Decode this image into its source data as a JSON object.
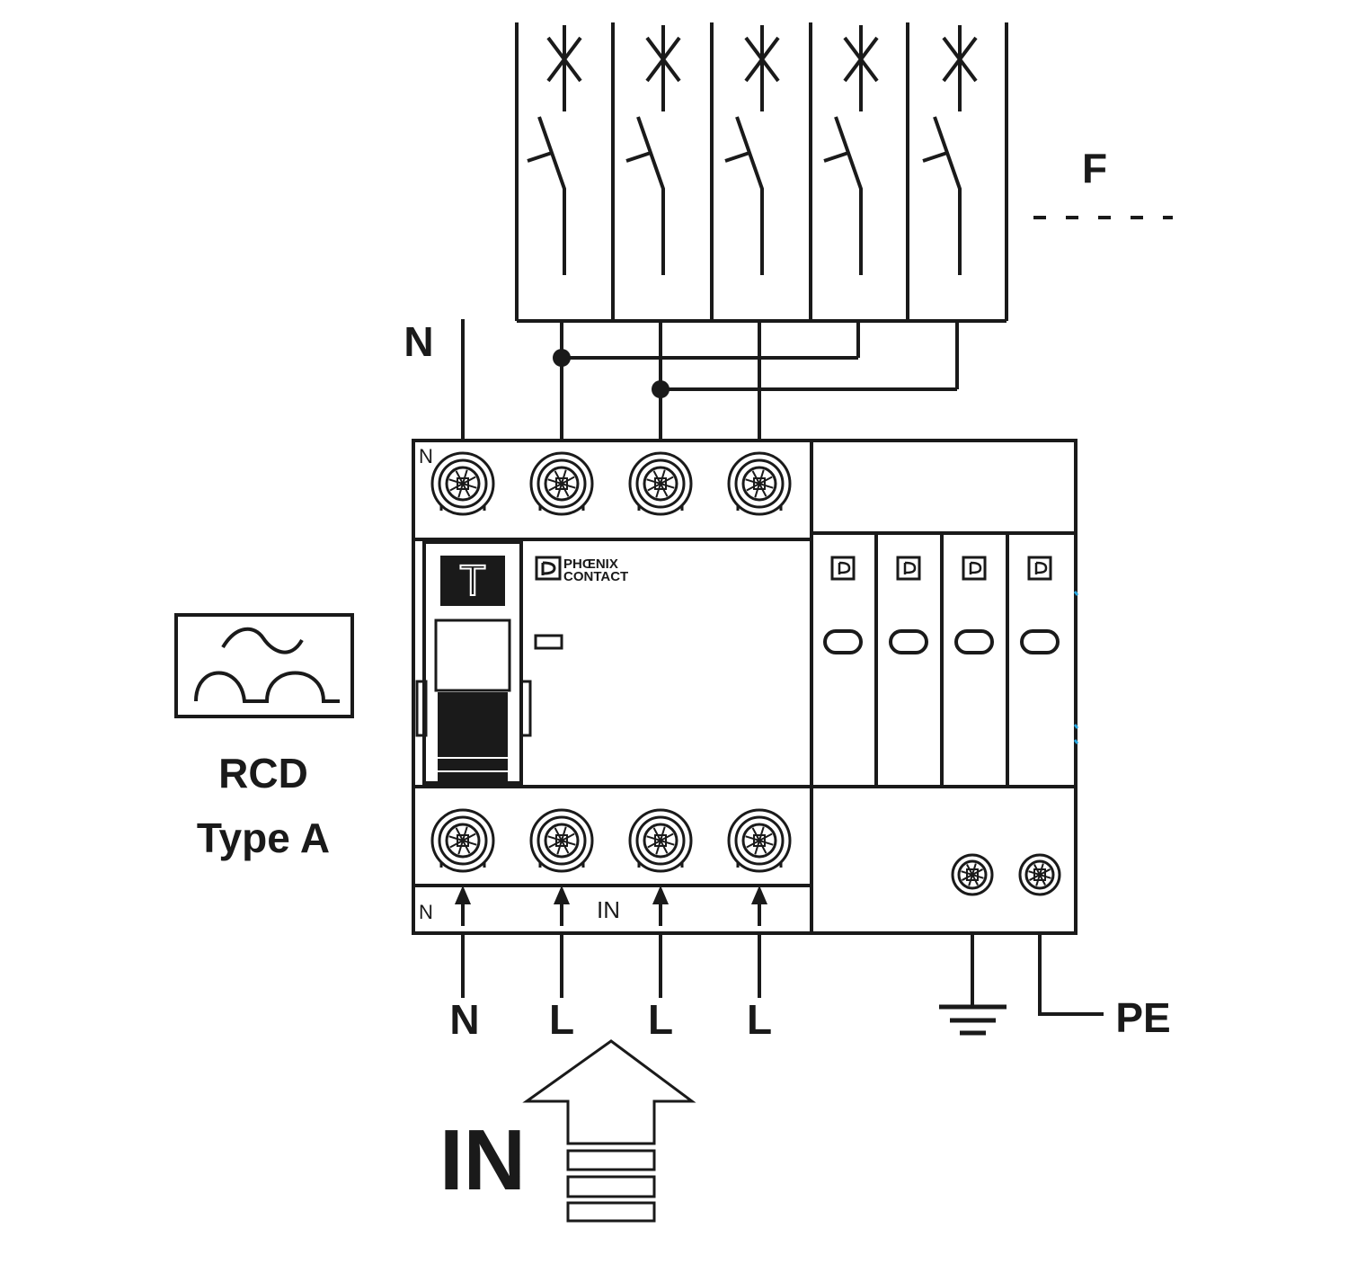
{
  "labels": {
    "fuse": "F",
    "neutral_top": "N",
    "rcd_line1": "RCD",
    "rcd_line2": "Type A",
    "terminal_n_top": "N",
    "terminal_n_bottom": "N",
    "terminal_in": "IN",
    "bottom_n": "N",
    "bottom_l1": "L",
    "bottom_l2": "L",
    "bottom_l3": "L",
    "pe": "PE",
    "in_big": "IN",
    "test_button": "T"
  },
  "brand": {
    "line1": "PHŒNIX",
    "line2": "CONTACT"
  },
  "colors": {
    "ink": "#1a1a1a",
    "background": "#ffffff",
    "accent": "#29a8e0"
  }
}
